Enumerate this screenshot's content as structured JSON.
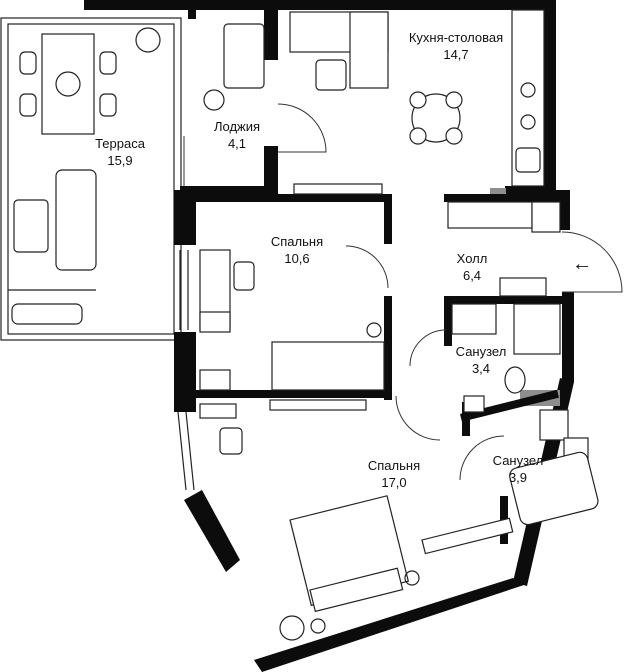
{
  "rooms": {
    "terrace": {
      "name": "Терраса",
      "area": "15,9"
    },
    "loggia": {
      "name": "Лоджия",
      "area": "4,1"
    },
    "kitchen": {
      "name": "Кухня-столовая",
      "area": "14,7"
    },
    "bedroom1": {
      "name": "Спальня",
      "area": "10,6"
    },
    "hall": {
      "name": "Холл",
      "area": "6,4"
    },
    "bath1": {
      "name": "Санузел",
      "area": "3,4"
    },
    "bath2": {
      "name": "Санузел",
      "area": "3,9"
    },
    "bedroom2": {
      "name": "Спальня",
      "area": "17,0"
    }
  },
  "entrance": {
    "arrow": "←",
    "icon": "arrow-left-icon"
  },
  "colors": {
    "wall": "#0c0c0c",
    "line": "#222222",
    "accent": "#8e8e8e",
    "background": "#ffffff"
  }
}
